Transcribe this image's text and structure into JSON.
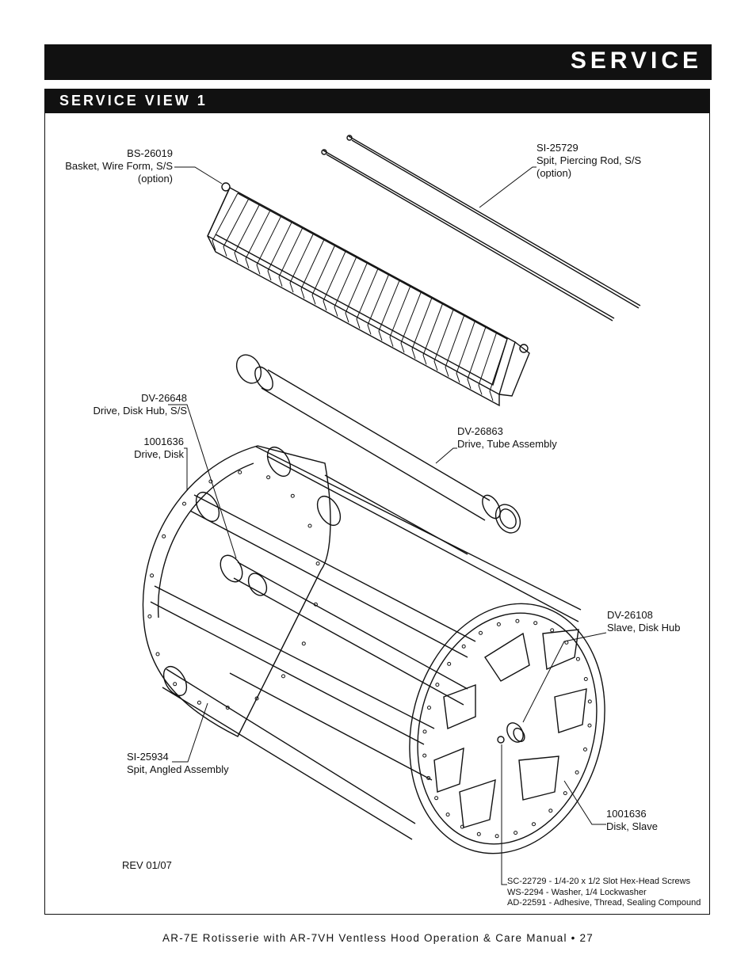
{
  "header": {
    "title": "SERVICE"
  },
  "section": {
    "title": "SERVICE VIEW 1"
  },
  "labels": {
    "basket": {
      "part": "BS-26019",
      "line2": "Basket, Wire Form, S/S",
      "line3": "(option)"
    },
    "spit_rod": {
      "part": "SI-25729",
      "line2": "Spit, Piercing Rod, S/S",
      "line3": "(option)"
    },
    "disk_hub": {
      "part": "DV-26648",
      "line2": "Drive, Disk Hub, S/S"
    },
    "drive_disk": {
      "part": "1001636",
      "line2": "Drive, Disk"
    },
    "tube_assembly": {
      "part": "DV-26863",
      "line2": "Drive, Tube Assembly"
    },
    "slave_hub": {
      "part": "DV-26108",
      "line2": "Slave, Disk Hub"
    },
    "spit_angled": {
      "part": "SI-25934",
      "line2": "Spit, Angled Assembly"
    },
    "disk_slave": {
      "part": "1001636",
      "line2": "Disk, Slave"
    },
    "hardware": {
      "line1": "SC-22729 - 1/4-20 x 1/2 Slot Hex-Head Screws",
      "line2": "WS-2294 - Washer, 1/4 Lockwasher",
      "line3": "AD-22591 - Adhesive, Thread, Sealing Compound"
    }
  },
  "revision": "REV 01/07",
  "footer": {
    "text": "AR-7E Rotisserie with AR-7VH Ventless Hood Operation & Care Manual • 27"
  }
}
